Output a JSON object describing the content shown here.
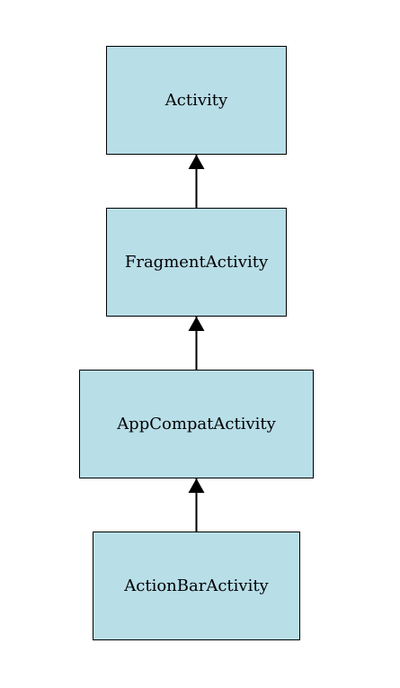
{
  "diagram": {
    "fill_color": "#b8dee8",
    "line_color": "#000000",
    "nodes": [
      {
        "id": "activity",
        "label": "Activity"
      },
      {
        "id": "fragmentactivity",
        "label": "FragmentActivity"
      },
      {
        "id": "appcompatactivity",
        "label": "AppCompatActivity"
      },
      {
        "id": "actionbaractivity",
        "label": "ActionBarActivity"
      }
    ],
    "edges": [
      {
        "from": "fragmentactivity",
        "to": "activity"
      },
      {
        "from": "appcompatactivity",
        "to": "fragmentactivity"
      },
      {
        "from": "actionbaractivity",
        "to": "appcompatactivity"
      }
    ]
  }
}
